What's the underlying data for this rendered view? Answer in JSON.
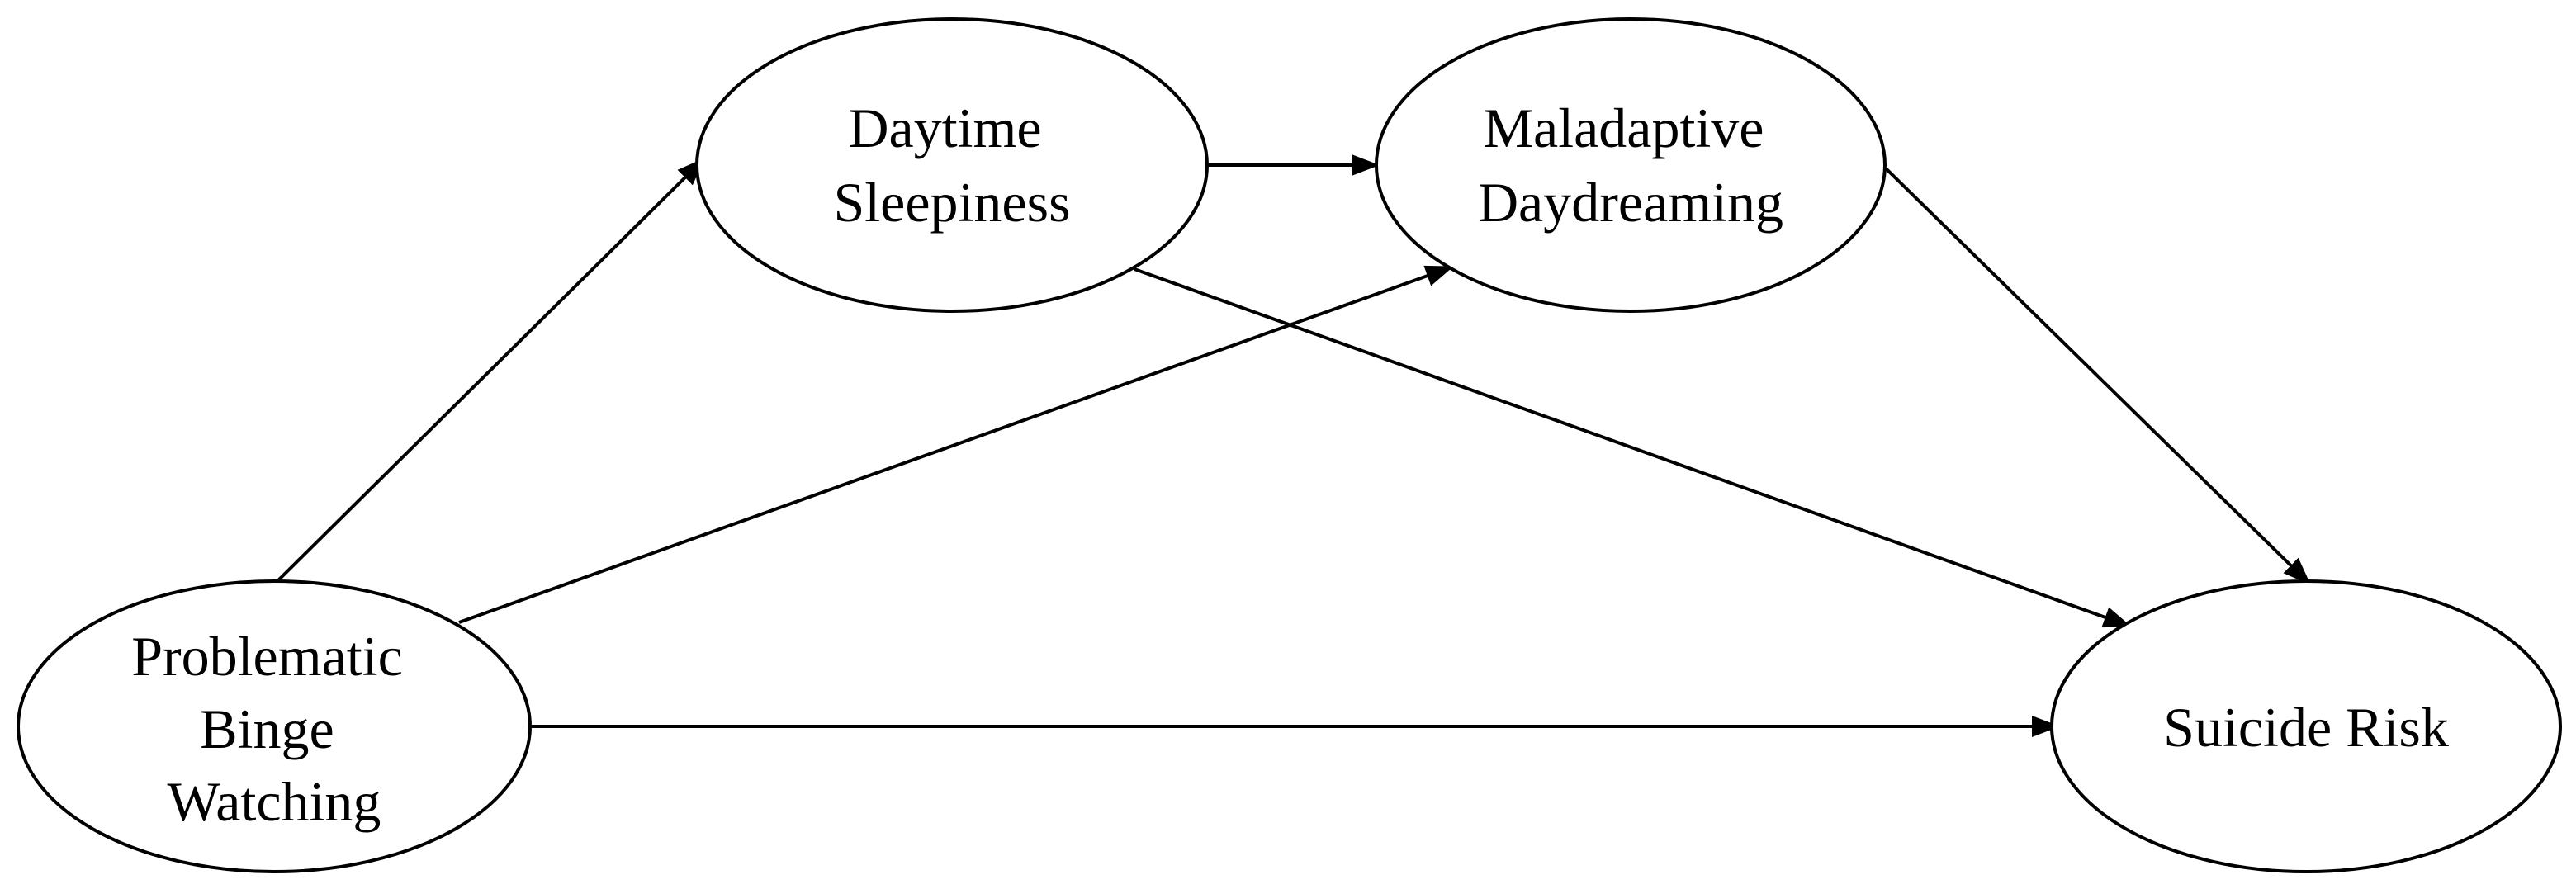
{
  "diagram": {
    "type": "path-model",
    "nodes": [
      {
        "id": "binge",
        "lines": [
          "Problematic",
          "Binge",
          "Watching"
        ]
      },
      {
        "id": "sleepiness",
        "lines": [
          "Daytime",
          "Sleepiness"
        ]
      },
      {
        "id": "daydreaming",
        "lines": [
          "Maladaptive",
          "Daydreaming"
        ]
      },
      {
        "id": "suicide",
        "lines": [
          "Suicide Risk"
        ]
      }
    ],
    "edges": [
      {
        "from": "binge",
        "to": "sleepiness"
      },
      {
        "from": "binge",
        "to": "daydreaming"
      },
      {
        "from": "binge",
        "to": "suicide"
      },
      {
        "from": "sleepiness",
        "to": "daydreaming"
      },
      {
        "from": "sleepiness",
        "to": "suicide"
      },
      {
        "from": "daydreaming",
        "to": "suicide"
      }
    ]
  }
}
